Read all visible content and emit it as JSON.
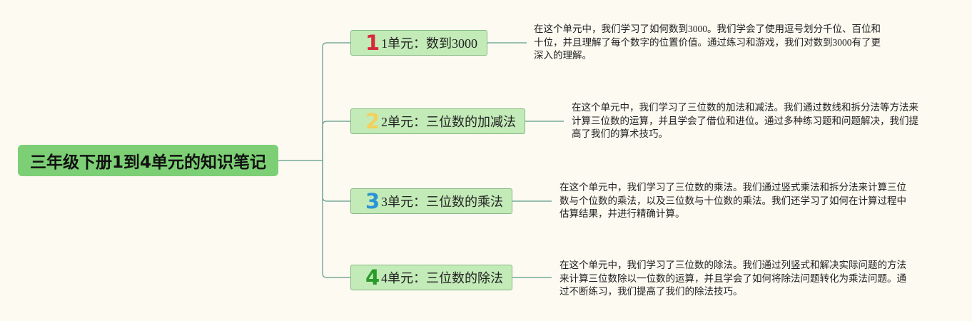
{
  "root": {
    "title": "三年级下册1到4单元的知识笔记"
  },
  "branches": [
    {
      "icon": "number-1-icon",
      "icon_glyph": "1",
      "icon_color": "#d62a3a",
      "label": "1单元：数到3000",
      "note": "在这个单元中，我们学习了如何数到3000。我们学会了使用逗号划分千位、百位和十位，并且理解了每个数字的位置价值。通过练习和游戏，我们对数到3000有了更深入的理解。"
    },
    {
      "icon": "number-2-icon",
      "icon_glyph": "2",
      "icon_color": "#f4cf5a",
      "label": "2单元：三位数的加减法",
      "note": "在这个单元中，我们学习了三位数的加法和减法。我们通过数线和拆分法等方法来计算三位数的运算，并且学会了借位和进位。通过多种练习题和问题解决，我们提高了我们的算术技巧。"
    },
    {
      "icon": "number-3-icon",
      "icon_glyph": "3",
      "icon_color": "#2b94d4",
      "label": "3单元：三位数的乘法",
      "note": "在这个单元中，我们学习了三位数的乘法。我们通过竖式乘法和拆分法来计算三位数与个位数的乘法，以及三位数与十位数的乘法。我们还学习了如何在计算过程中估算结果，并进行精确计算。"
    },
    {
      "icon": "number-4-icon",
      "icon_glyph": "4",
      "icon_color": "#2a9a2a",
      "label": "4单元：三位数的除法",
      "note": "在这个单元中，我们学习了三位数的除法。我们通过列竖式和解决实际问题的方法来计算三位数除以一位数的运算，并且学会了如何将除法问题转化为乘法问题。通过不断练习，我们提高了我们的除法技巧。"
    }
  ],
  "colors": {
    "background": "#fcfaf1",
    "root_fill": "#7ccf74",
    "branch_fill": "#c3ebb8",
    "line": "#4f8f7f"
  }
}
